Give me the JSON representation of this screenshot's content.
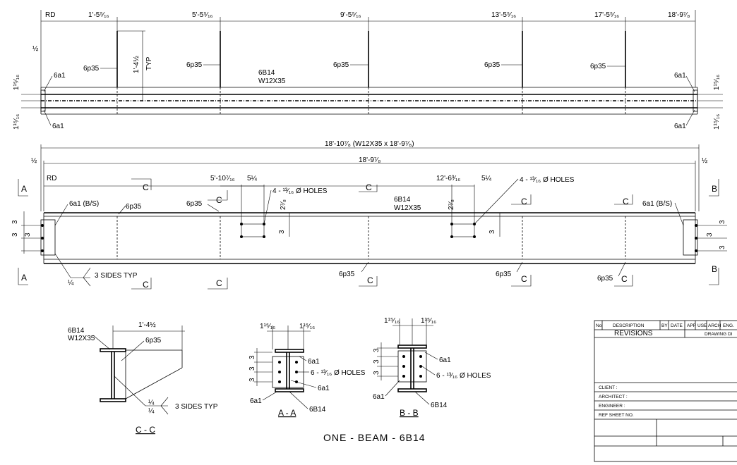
{
  "plan_view": {
    "rd": "RD",
    "dims": [
      "1'-5⁵⁄₁₆",
      "5'-5⁵⁄₁₆",
      "9'-5⁵⁄₁₆",
      "13'-5⁵⁄₁₆",
      "17'-5⁵⁄₁₆",
      "18'-9⁷⁄₈"
    ],
    "half": "½",
    "typ_dim": "1'-4½",
    "typ": "TYP",
    "weld_6p35": "6p35",
    "weld_6a1": "6a1",
    "mark": "6B14",
    "section": "W12X35",
    "flange_dim": "1¹⁵⁄₁₆"
  },
  "elevation": {
    "overall": "18'-10⁷⁄₈ (W12X35 x 18'-9⁷⁄₈)",
    "length": "18'-9⁷⁄₈",
    "half": "½",
    "rd": "RD",
    "hole_dim_left": "5'-10⁷⁄₁₆",
    "hole_dim_right": "12'-6³⁄₁₆",
    "spacing": "5¼",
    "holes_note": "4 - ¹³⁄₁₆ Ø HOLES",
    "edge": "2⁷⁄₈",
    "three": "3",
    "weld_6a1_bs": "6a1 (B/S)",
    "weld_6p35": "6p35",
    "mark": "6B14",
    "section": "W12X35",
    "quarter": "¼",
    "three_sides": "3 SIDES TYP",
    "sec_a": "A",
    "sec_b": "B",
    "sec_c": "C"
  },
  "sections": {
    "cc": {
      "mark": "6B14",
      "section": "W12X35",
      "dim": "1'-4½",
      "weld": "6p35",
      "quarter": "¼",
      "three_sides": "3 SIDES TYP",
      "label": "C - C"
    },
    "aa": {
      "dim": "1¹⁵⁄₁₆",
      "three": "3",
      "weld": "6a1",
      "holes": "6 - ¹³⁄₁₆ Ø HOLES",
      "mark": "6B14",
      "label": "A - A"
    },
    "bb": {
      "dim": "1¹⁵⁄₁₆",
      "three": "3",
      "weld": "6a1",
      "holes": "6 - ¹³⁄₁₆ Ø HOLES",
      "mark": "6B14",
      "label": "B - B"
    }
  },
  "title": "ONE - BEAM - 6B14",
  "title_block": {
    "no": "No",
    "description": "DESCRIPTION",
    "by": "BY",
    "date": "DATE",
    "app": "APP",
    "use": "USE",
    "arch": "ARCH",
    "eng": "ENG.",
    "revisions": "REVISIONS",
    "drawing": "DRAWING DI",
    "client": "CLIENT :",
    "architect": "ARCHITECT :",
    "engineer": "ENGINEER :",
    "ref": "REF SHEET NO."
  }
}
